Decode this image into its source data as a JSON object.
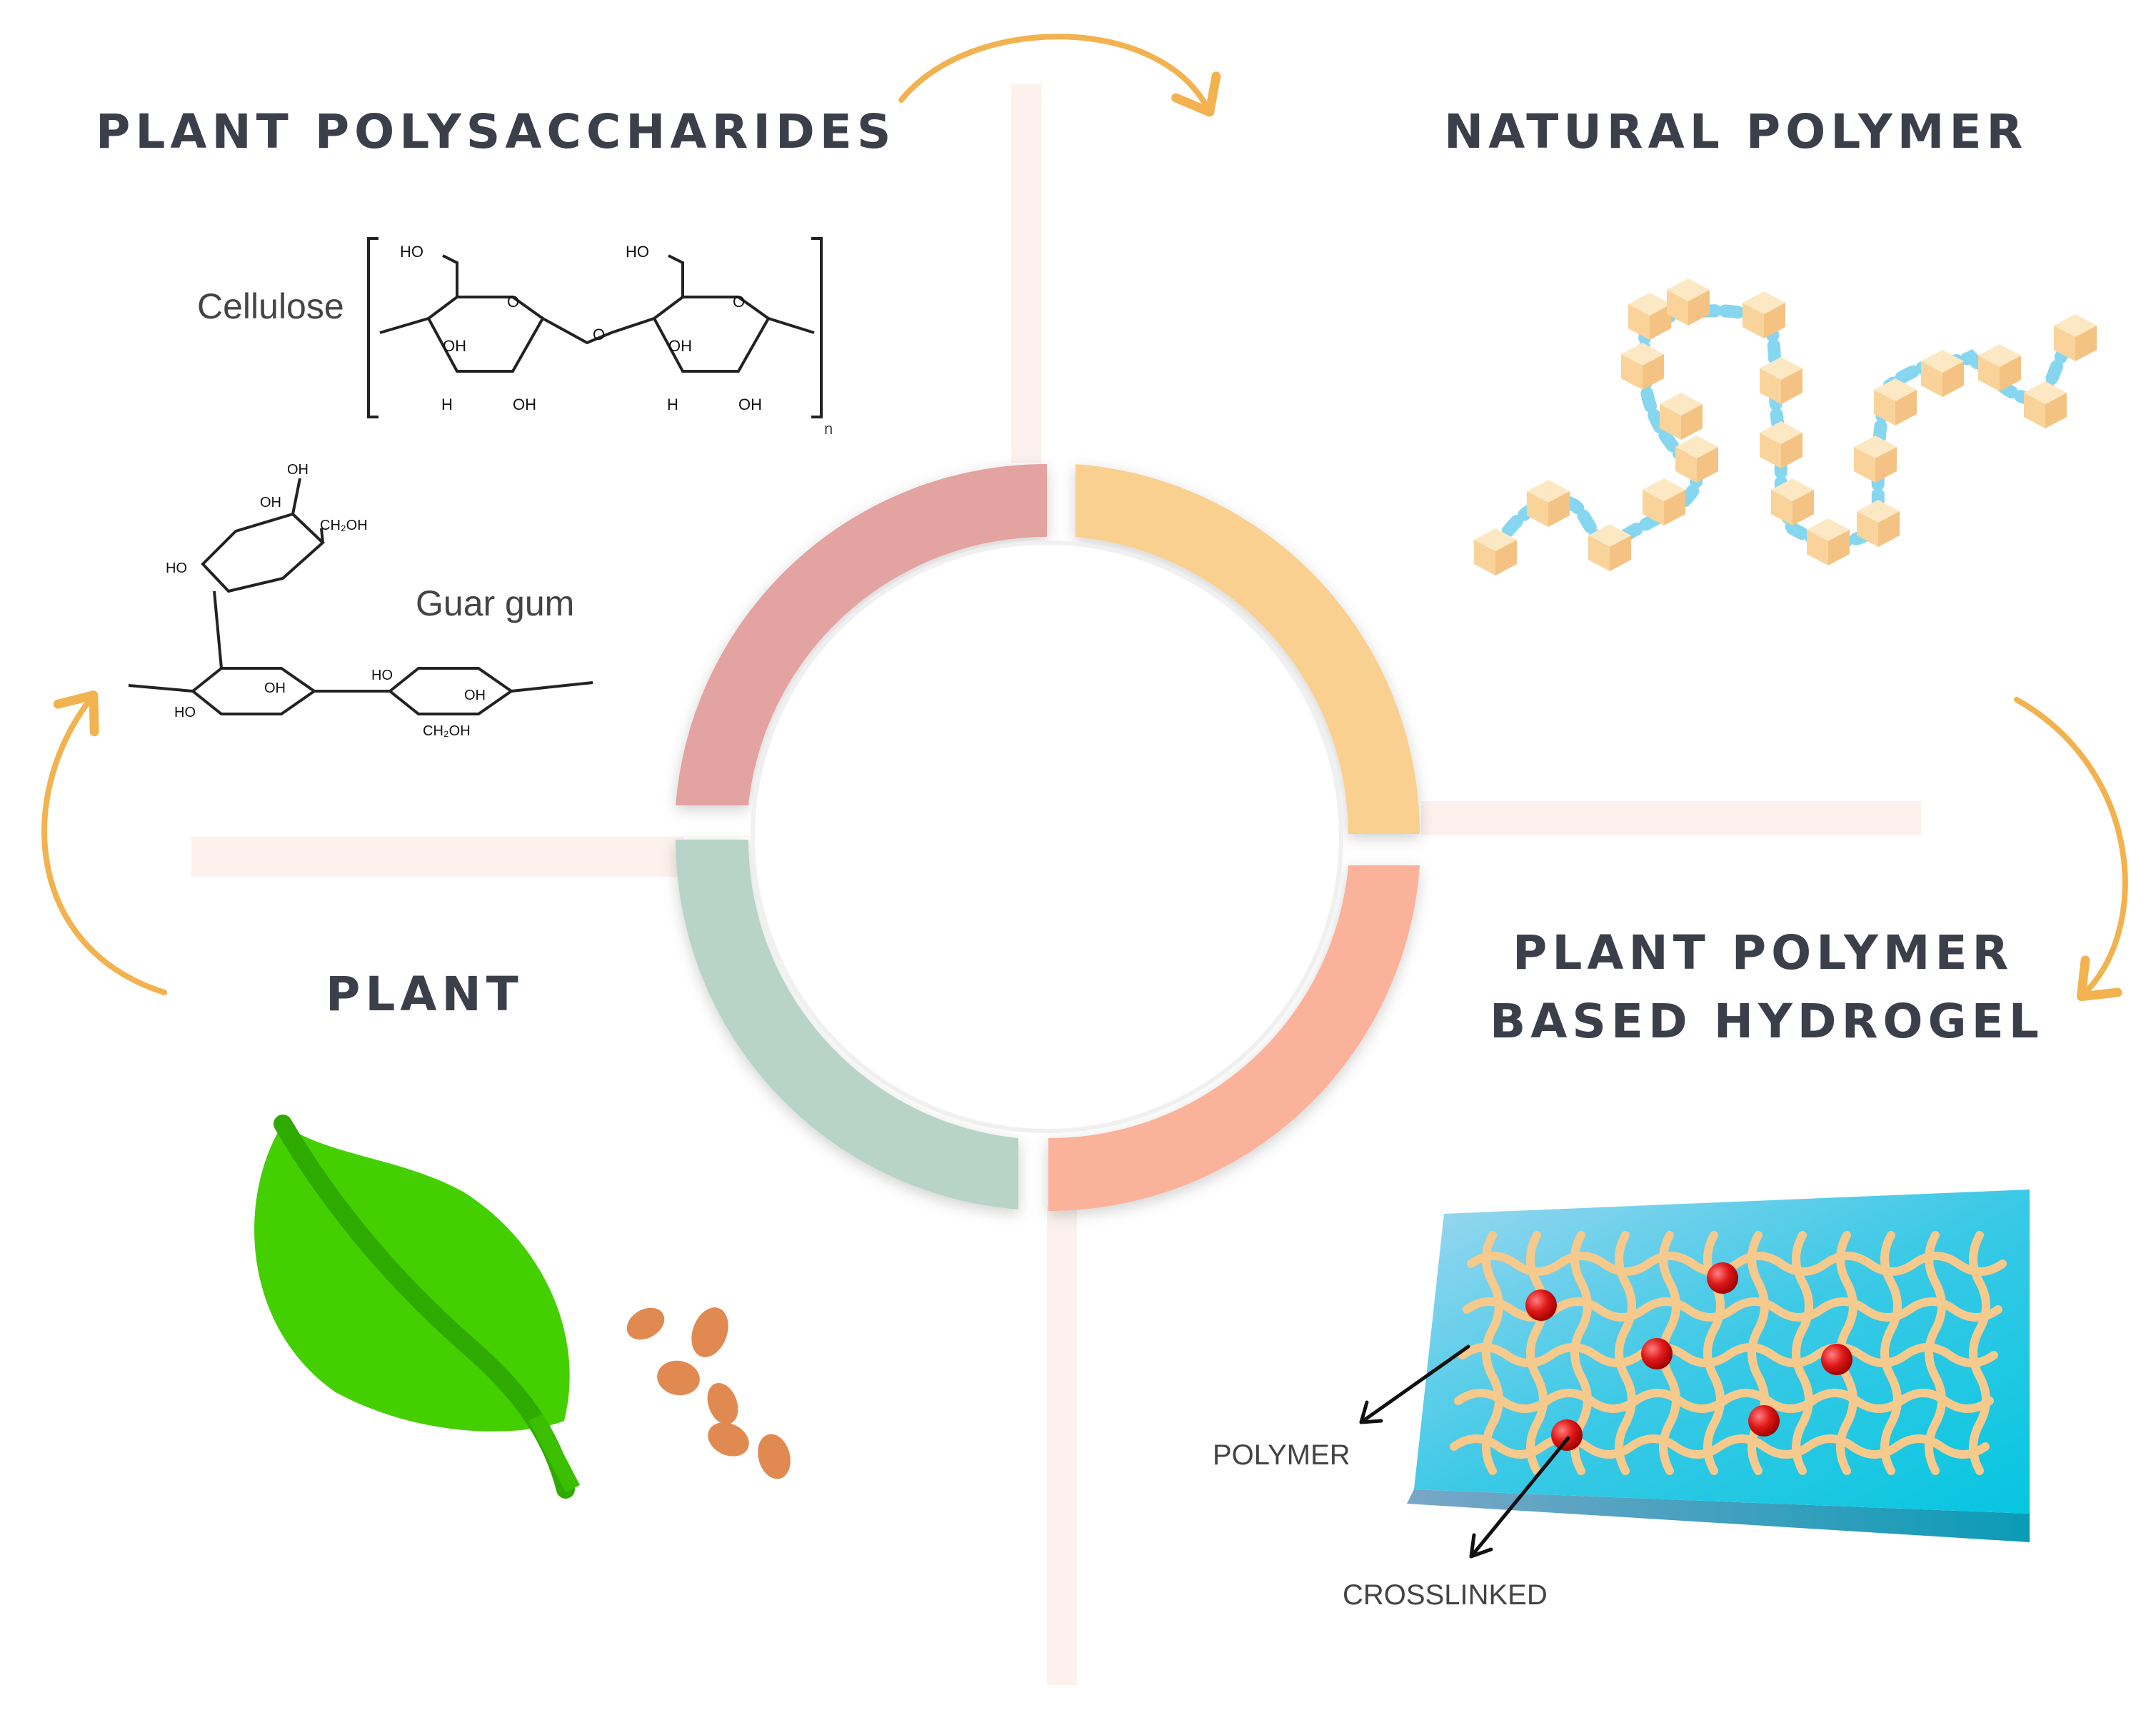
{
  "headings": {
    "plant_polysaccharides": "PLANT POLYSACCHARIDES",
    "natural_polymer": "NATURAL POLYMER",
    "plant_polymer_line1": "PLANT POLYMER",
    "plant_polymer_line2": "BASED HYDROGEL",
    "plant": "PLANT"
  },
  "structures": {
    "cellulose_label": "Cellulose",
    "guar_gum_label": "Guar gum",
    "repeat_subscript": "n"
  },
  "hydrogel": {
    "polymer_label": "POLYMER",
    "crosslinked_label": "CROSSLINKED"
  },
  "colors": {
    "ring_top_left": "#e3a3a1",
    "ring_top_right": "#f9d08f",
    "ring_bottom_right": "#fab29b",
    "ring_bottom_left": "#b8d4c8",
    "arrow": "#f2b24f",
    "cross_bar": "#fcf1ec",
    "heading_text": "#3b3f4a"
  }
}
